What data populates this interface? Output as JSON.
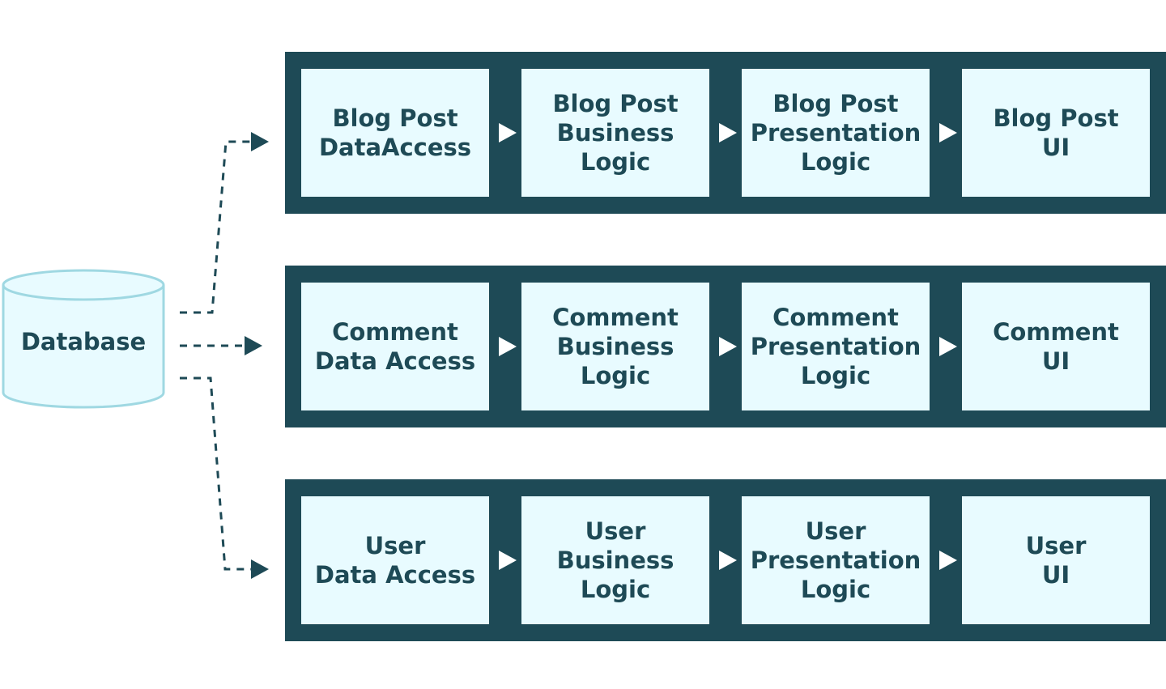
{
  "database": {
    "label": "Database"
  },
  "rows": [
    {
      "name": "blog-post",
      "stages": [
        "Blog Post\nDataAccess",
        "Blog Post\nBusiness\nLogic",
        "Blog Post\nPresentation\nLogic",
        "Blog Post\nUI"
      ]
    },
    {
      "name": "comment",
      "stages": [
        "Comment\nData Access",
        "Comment\nBusiness\nLogic",
        "Comment\nPresentation\nLogic",
        "Comment\nUI"
      ]
    },
    {
      "name": "user",
      "stages": [
        "User\nData Access",
        "User\nBusiness\nLogic",
        "User\nPresentation\nLogic",
        "User\nUI"
      ]
    }
  ],
  "colors": {
    "row_background": "#1e4a56",
    "box_background": "#e8fbff",
    "text": "#1e4a56",
    "database_fill": "#e8fbff",
    "database_outline": "#9fd8e2",
    "connector": "#1e4a56"
  }
}
